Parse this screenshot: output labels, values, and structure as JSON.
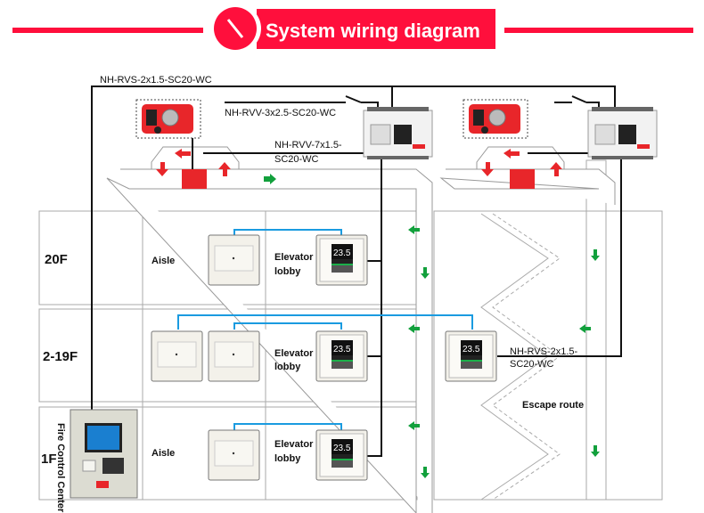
{
  "header": {
    "title": "System wiring diagram",
    "icon": "clock-gauge-icon",
    "accent": "#ff0f3c"
  },
  "cables": {
    "main_top": "NH-RVS-2x1.5-SC20-WC",
    "power": "NH-RVV-3x2.5-SC20-WC",
    "damper_line1": "NH-RVV-7x1.5-",
    "damper_line2": "SC20-WC",
    "stair_line1": "NH-RVS-2x1.5-",
    "stair_line2": "SC20-WC"
  },
  "floors": [
    {
      "label": "20F",
      "aisle": "Aisle",
      "lobby1": "Elevator",
      "lobby2": "lobby"
    },
    {
      "label": "2-19F",
      "lobby1": "Elevator",
      "lobby2": "lobby"
    },
    {
      "label": "1F",
      "aisle": "Aisle",
      "lobby1": "Elevator",
      "lobby2": "lobby",
      "room": "Fire Control Center"
    }
  ],
  "stair": {
    "label": "Escape route"
  },
  "sensor_reading": "23.5",
  "colors": {
    "wire": "#111111",
    "signal": "#1a9be0",
    "airflow": "#12a03c",
    "damper": "#e8262a"
  }
}
